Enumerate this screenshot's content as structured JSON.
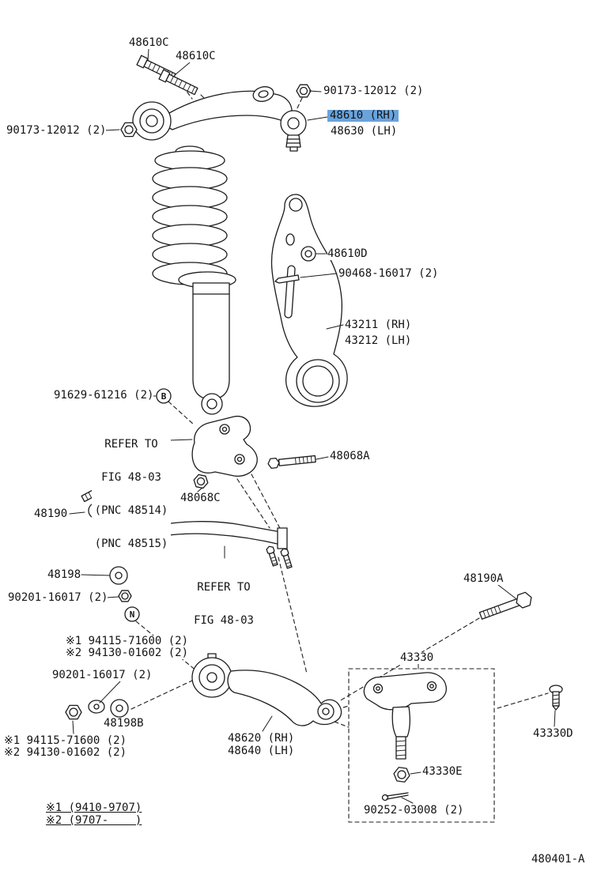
{
  "figure_code": "480401-A",
  "highlight_color": "#6aa3dc",
  "labels": {
    "bolt_48610c_a": "48610C",
    "bolt_48610c_b": "48610C",
    "nut_90173_right": "90173-12012 (2)",
    "arm_48610_rh": "48610 (RH)",
    "arm_48630_lh": "48630 (LH)",
    "nut_90173_left": "90173-12012 (2)",
    "bushing_48610d": "48610D",
    "stud_90468": "90468-16017 (2)",
    "knuckle_43211": "43211 (RH)",
    "knuckle_43212": "43212 (LH)",
    "washer_91629": "91629-61216 (2)",
    "callout_b": "B",
    "refer1_l1": "REFER TO",
    "refer1_l2": "FIG 48-03",
    "refer1_l3": "(PNC 48514)",
    "refer1_l4": "(PNC 48515)",
    "bolt_48068a": "48068A",
    "nut_48068c": "48068C",
    "link_48190": "48190",
    "cam_48198": "48198",
    "nut_90201_a": "90201-16017 (2)",
    "callout_n": "N",
    "refer2_l1": "REFER TO",
    "refer2_l2": "FIG 48-03",
    "bolt_48190a": "48190A",
    "sub1_a": "※1 94115-71600 (2)",
    "sub2_a": "※2 94130-01602 (2)",
    "nut_90201_b": "90201-16017 (2)",
    "balljoint_43330": "43330",
    "cam_48198b": "48198B",
    "arm_48620_rh": "48620 (RH)",
    "arm_48640_lh": "48640 (LH)",
    "sub1_b": "※1 94115-71600 (2)",
    "sub2_b": "※2 94130-01602 (2)",
    "bolt_43330d": "43330D",
    "nut_43330e": "43330E",
    "pin_90252": "90252-03008 (2)",
    "year_note_1": "※1 (9410-9707)",
    "year_note_2": "※2 (9707-    )"
  }
}
